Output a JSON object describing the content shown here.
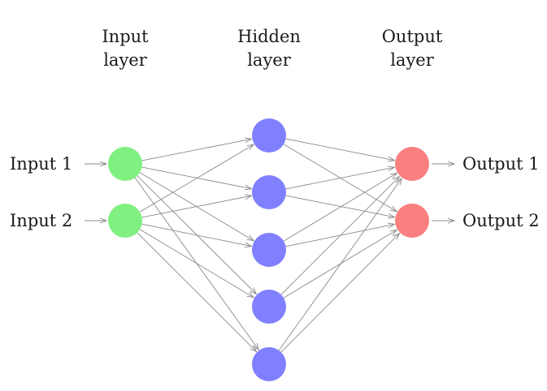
{
  "layers": [
    {
      "title_line1": "Input",
      "title_line2": "layer",
      "color": "#80f080",
      "nodes": 2
    },
    {
      "title_line1": "Hidden",
      "title_line2": "layer",
      "color": "#8080ff",
      "nodes": 5
    },
    {
      "title_line1": "Output",
      "title_line2": "layer",
      "color": "#fa8080",
      "nodes": 2
    }
  ],
  "inputs": [
    "Input 1",
    "Input 2"
  ],
  "outputs": [
    "Output 1",
    "Output 2"
  ],
  "edge_color": "#8a8a8a"
}
